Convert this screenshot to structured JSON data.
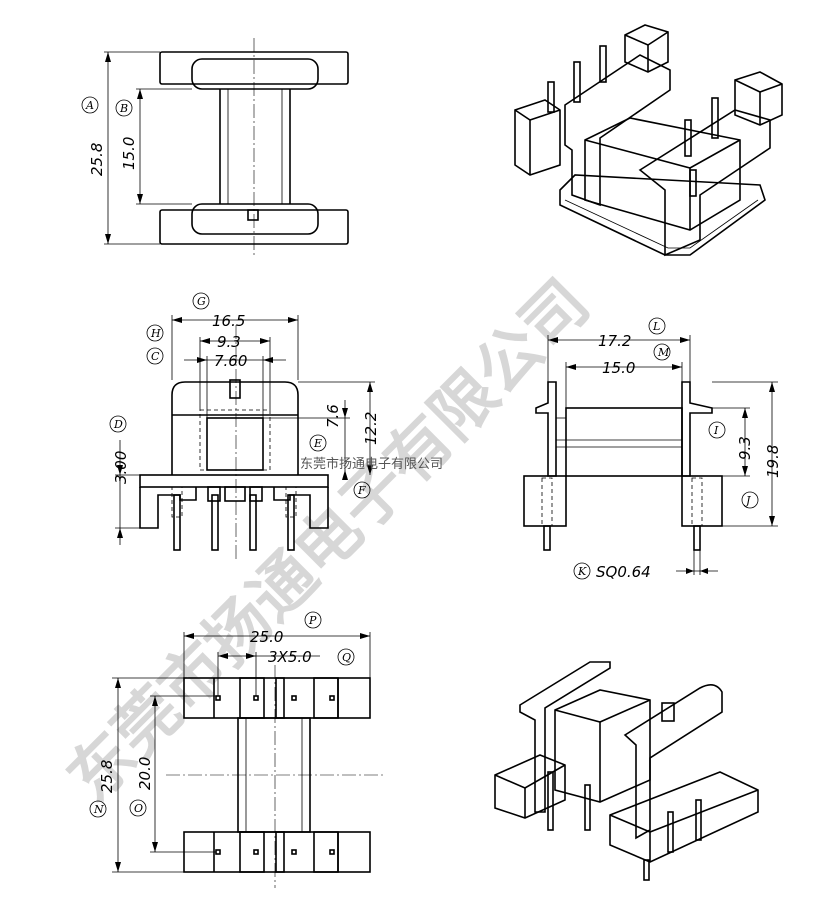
{
  "dimensions": {
    "A": {
      "label": "A",
      "value": "25.8"
    },
    "B": {
      "label": "B",
      "value": "15.0"
    },
    "G": {
      "label": "G",
      "value": "16.5"
    },
    "H": {
      "label": "H",
      "value": "9.3"
    },
    "C": {
      "label": "C",
      "value": "7.60"
    },
    "D": {
      "label": "D",
      "value": "3.00"
    },
    "E": {
      "label": "E",
      "value": "7.6"
    },
    "F": {
      "label": "F",
      "value": "12.2"
    },
    "L": {
      "label": "L",
      "value": "17.2"
    },
    "M": {
      "label": "M",
      "value": "15.0"
    },
    "I": {
      "label": "I",
      "value": "9.3"
    },
    "J": {
      "label": "J",
      "value": "19.8"
    },
    "K": {
      "label": "K",
      "value": "SQ0.64"
    },
    "P": {
      "label": "P",
      "value": "25.0"
    },
    "Q": {
      "label": "Q",
      "value": "3X5.0"
    },
    "N": {
      "label": "N",
      "value": "25.8"
    },
    "O": {
      "label": "O",
      "value": "20.0"
    }
  },
  "watermark": {
    "large": "东莞市扬通电子有限公司",
    "small": "东莞市扬通电子有限公司"
  }
}
